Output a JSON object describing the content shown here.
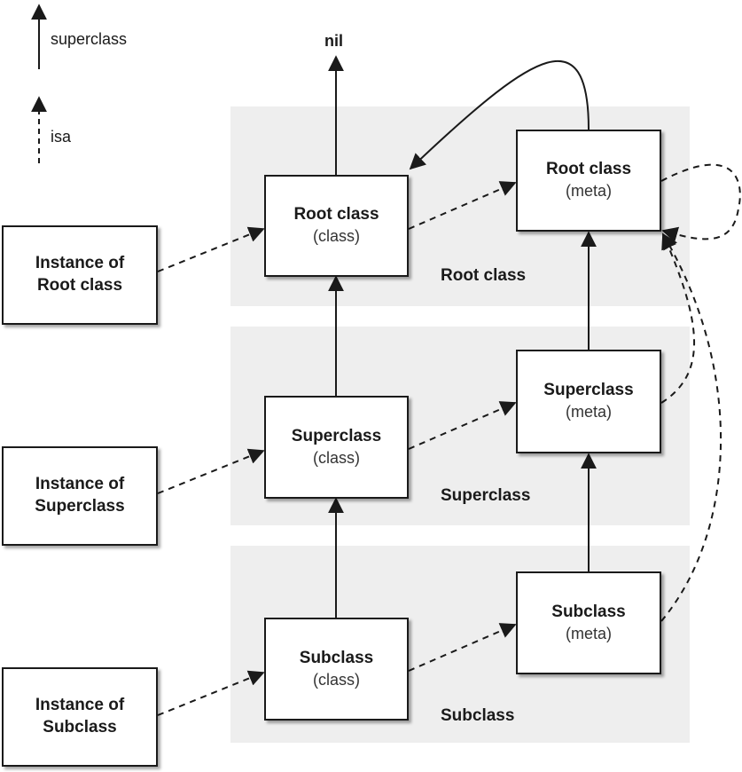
{
  "legend": {
    "solid": "superclass",
    "dashed": "isa"
  },
  "nil_label": "nil",
  "bands": {
    "root": "Root class",
    "super": "Superclass",
    "sub": "Subclass"
  },
  "instances": [
    {
      "line1": "Instance of",
      "line2": "Root class"
    },
    {
      "line1": "Instance of",
      "line2": "Superclass"
    },
    {
      "line1": "Instance of",
      "line2": "Subclass"
    }
  ],
  "classes": [
    {
      "title": "Root class",
      "sub": "(class)"
    },
    {
      "title": "Superclass",
      "sub": "(class)"
    },
    {
      "title": "Subclass",
      "sub": "(class)"
    }
  ],
  "metas": [
    {
      "title": "Root class",
      "sub": "(meta)"
    },
    {
      "title": "Superclass",
      "sub": "(meta)"
    },
    {
      "title": "Subclass",
      "sub": "(meta)"
    }
  ],
  "colors": {
    "band": "#eeeeee",
    "stroke": "#1a1a1a"
  }
}
